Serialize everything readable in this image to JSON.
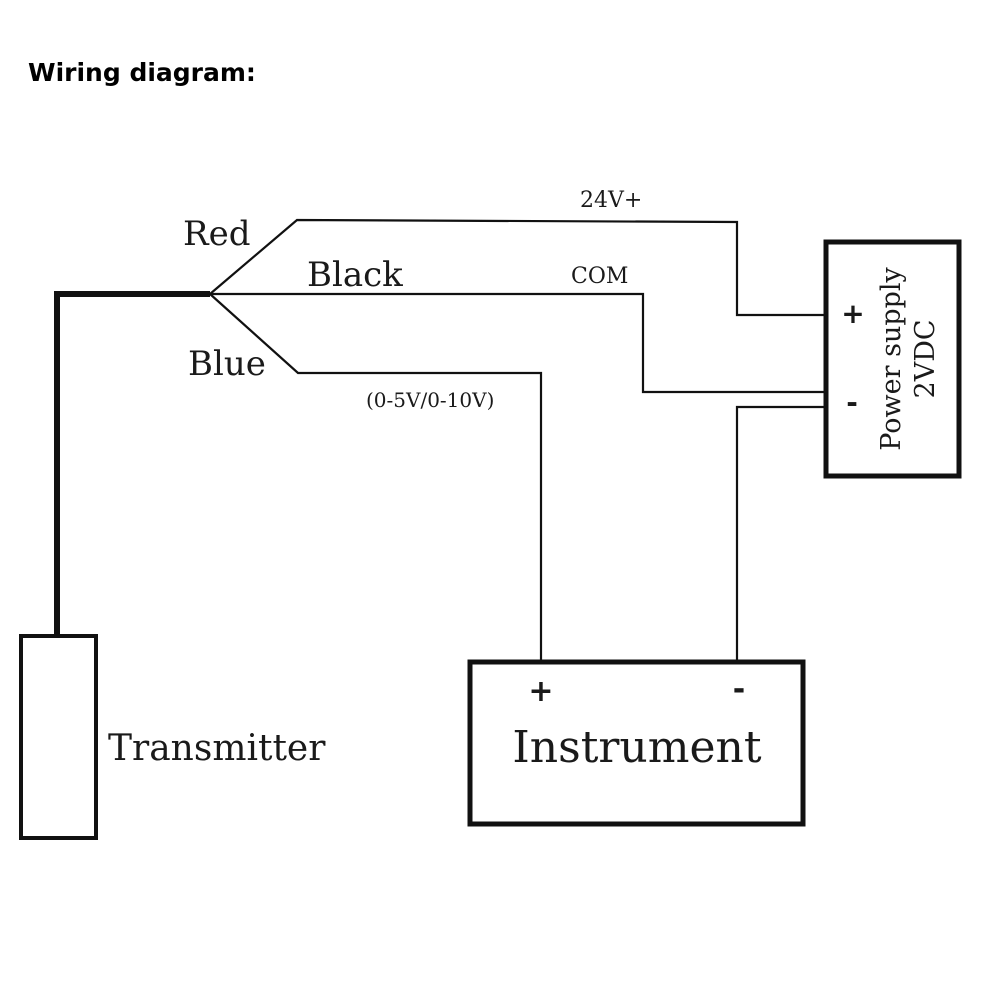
{
  "title": "Wiring diagram:",
  "wires": {
    "red_label": "Red",
    "black_label": "Black",
    "blue_label": "Blue",
    "red_signal": "24V+",
    "black_signal": "COM",
    "blue_signal": "(0-5V/0-10V)"
  },
  "power_supply": {
    "line1": "Power supply",
    "line2": "2VDC",
    "plus": "+",
    "minus": "-"
  },
  "transmitter": {
    "label": "Transmitter"
  },
  "instrument": {
    "label": "Instrument",
    "plus": "+",
    "minus": "-"
  }
}
